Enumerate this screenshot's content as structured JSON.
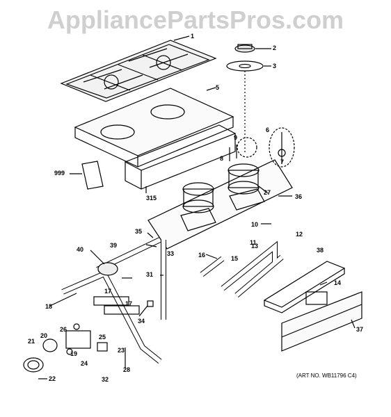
{
  "watermark": "AppliancePartsPros.com",
  "art_number": "(ART NO. WB11796 C4)",
  "callouts": [
    "1",
    "2",
    "3",
    "5",
    "6",
    "7",
    "8",
    "9",
    "999",
    "315",
    "27",
    "36",
    "35",
    "10",
    "11",
    "12",
    "13",
    "39",
    "33",
    "40",
    "31",
    "16",
    "15",
    "38",
    "14",
    "17",
    "17",
    "18",
    "34",
    "37",
    "26",
    "20",
    "19",
    "25",
    "23",
    "21",
    "24",
    "28",
    "32",
    "22"
  ],
  "icons": [
    "grate",
    "burner-cap",
    "burner-head",
    "cooktop-pan",
    "burner-assembly",
    "gas-manifold",
    "control-knob",
    "valve",
    "igniter-switch",
    "trim-channel"
  ]
}
